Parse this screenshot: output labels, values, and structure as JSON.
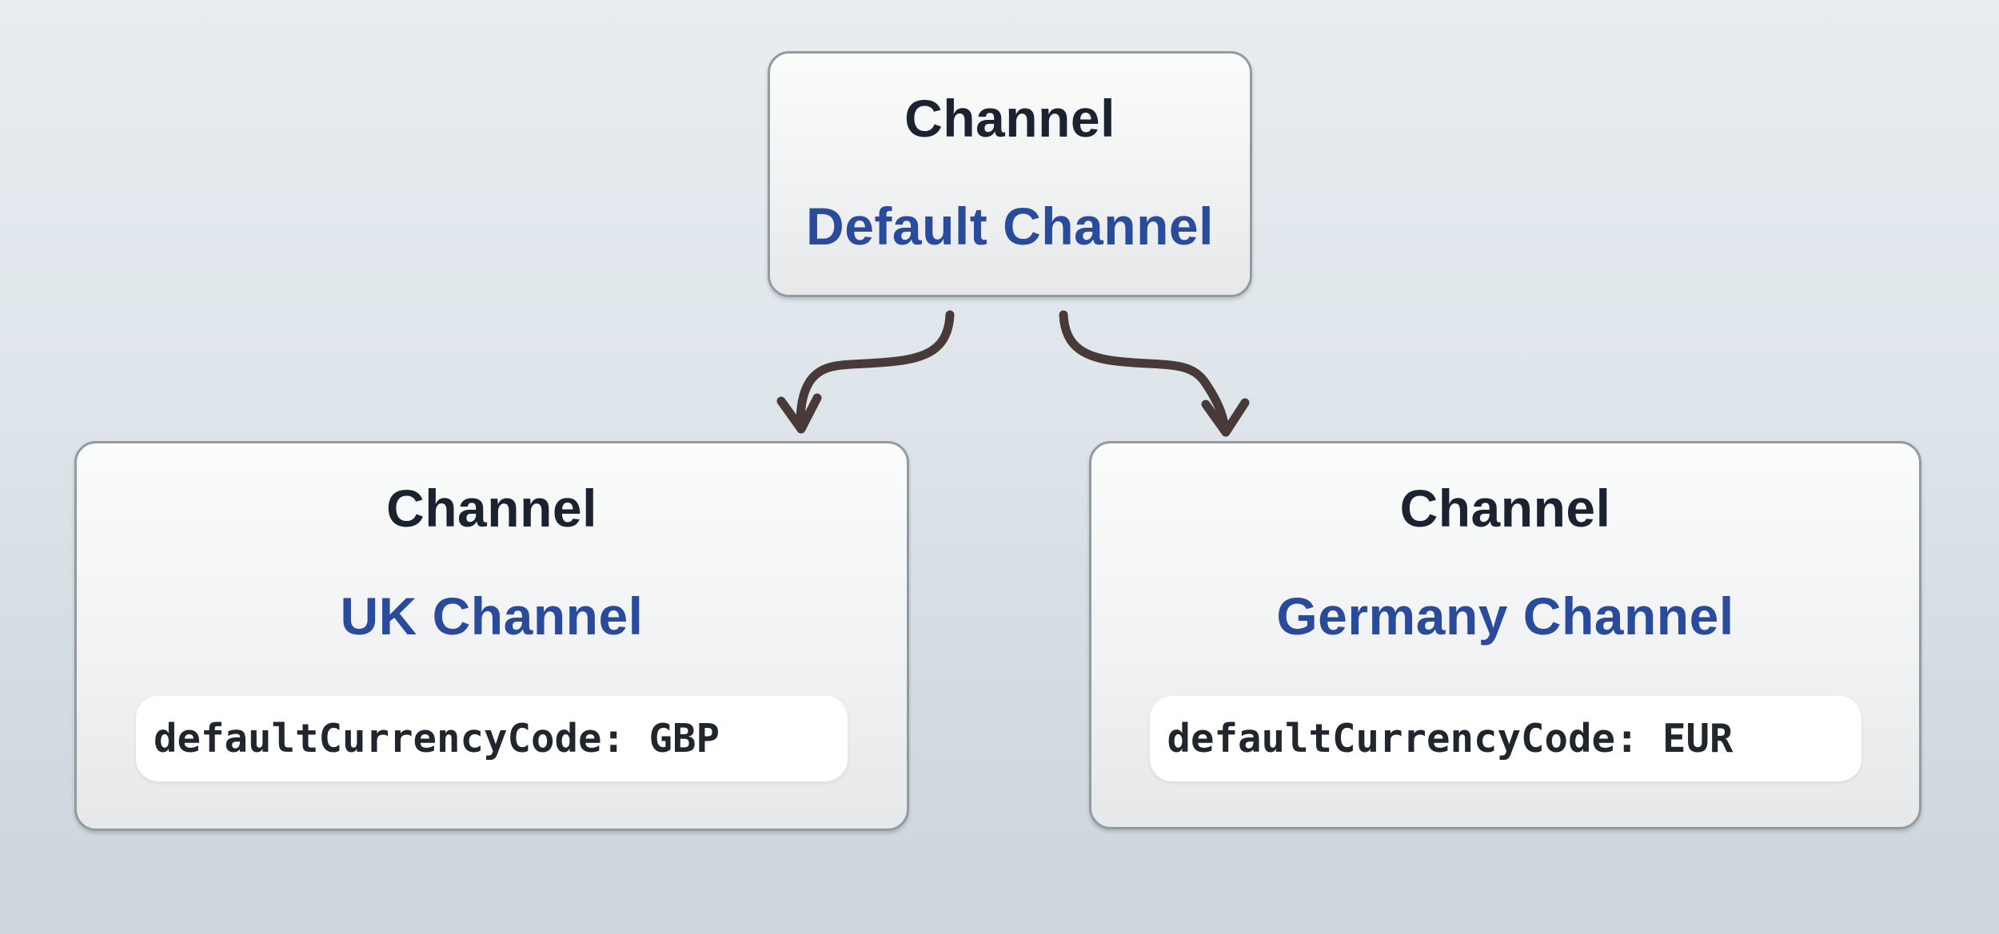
{
  "nodes": {
    "parent": {
      "type_label": "Channel",
      "name": "Default Channel"
    },
    "uk": {
      "type_label": "Channel",
      "name": "UK Channel",
      "code": "defaultCurrencyCode: GBP"
    },
    "germany": {
      "type_label": "Channel",
      "name": "Germany Channel",
      "code": "defaultCurrencyCode: EUR"
    }
  },
  "colors": {
    "background_top": "#e8edf1",
    "background_bottom": "#ccd6dc",
    "node_fill_top": "#fbfcfc",
    "node_fill_bottom": "#e6e8e9",
    "node_border": "#939b9e",
    "heading_text": "#1b2331",
    "name_text": "#2a4a9b",
    "code_text": "#21262d",
    "pill_fill": "#ffffff",
    "arrow": "#483a38"
  }
}
